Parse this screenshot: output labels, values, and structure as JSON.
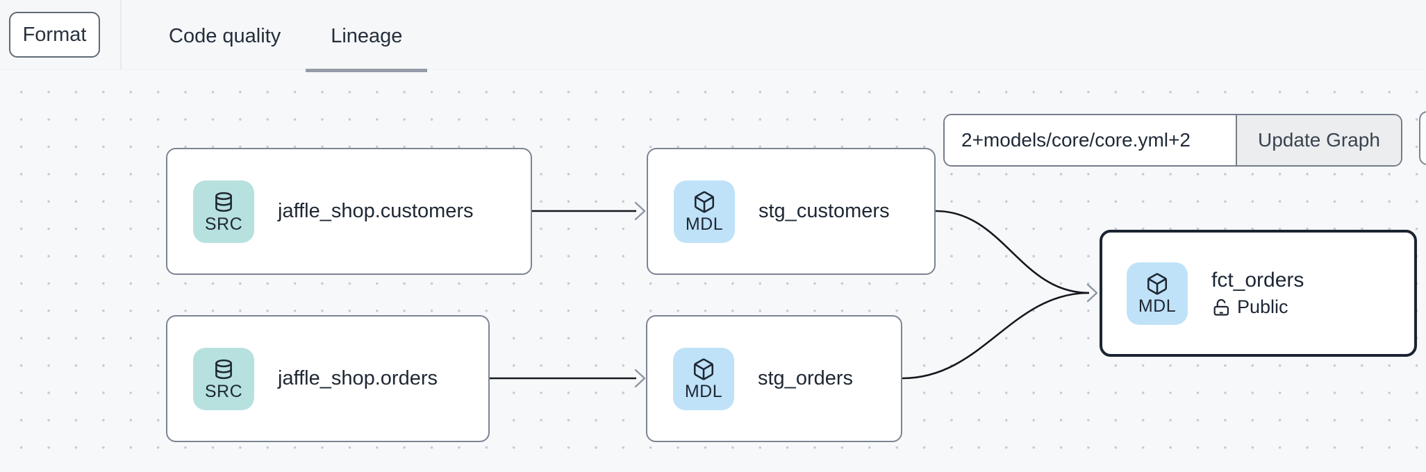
{
  "header": {
    "format_label": "Format",
    "tabs": [
      {
        "label": "Code quality",
        "active": false
      },
      {
        "label": "Lineage",
        "active": true
      }
    ]
  },
  "lineage_toolbar": {
    "selector_value": "2+models/core/core.yml+2",
    "update_button_label": "Update Graph"
  },
  "graph": {
    "nodes": [
      {
        "id": "jaffle_shop.customers",
        "kind": "source",
        "badge_label": "SRC",
        "badge_icon": "database-icon",
        "label": "jaffle_shop.customers",
        "selected": false
      },
      {
        "id": "stg_customers",
        "kind": "model",
        "badge_label": "MDL",
        "badge_icon": "cube-icon",
        "label": "stg_customers",
        "selected": false
      },
      {
        "id": "jaffle_shop.orders",
        "kind": "source",
        "badge_label": "SRC",
        "badge_icon": "database-icon",
        "label": "jaffle_shop.orders",
        "selected": false
      },
      {
        "id": "stg_orders",
        "kind": "model",
        "badge_label": "MDL",
        "badge_icon": "cube-icon",
        "label": "stg_orders",
        "selected": false
      },
      {
        "id": "fct_orders",
        "kind": "model",
        "badge_label": "MDL",
        "badge_icon": "cube-icon",
        "label": "fct_orders",
        "access_label": "Public",
        "access_icon": "unlocked-padlock-icon",
        "selected": true
      }
    ],
    "edges": [
      {
        "from": "jaffle_shop.customers",
        "to": "stg_customers"
      },
      {
        "from": "jaffle_shop.orders",
        "to": "stg_orders"
      },
      {
        "from": "stg_customers",
        "to": "fct_orders"
      },
      {
        "from": "stg_orders",
        "to": "fct_orders"
      }
    ],
    "canvas": {
      "dot_grid": true
    }
  },
  "colors": {
    "source_badge": "#b7e1df",
    "model_badge": "#bfe2f8",
    "node_border": "#7b8494",
    "selected_node_border": "#1b2431",
    "edge": "#14181f",
    "arrowhead": "#8e96a4",
    "canvas_background": "#f7f8fa",
    "active_tab_underline": "#959ca8",
    "text": "#1e2733"
  }
}
